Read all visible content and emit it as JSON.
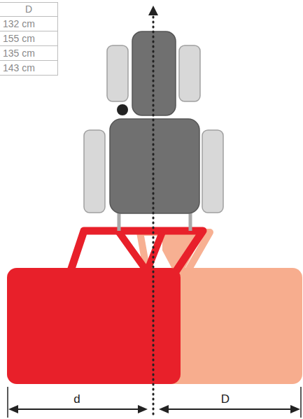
{
  "diagram": {
    "labels": [
      "D",
      "132 cm",
      "155 cm",
      "135 cm",
      "143 cm",
      "d",
      "D"
    ]
  }
}
